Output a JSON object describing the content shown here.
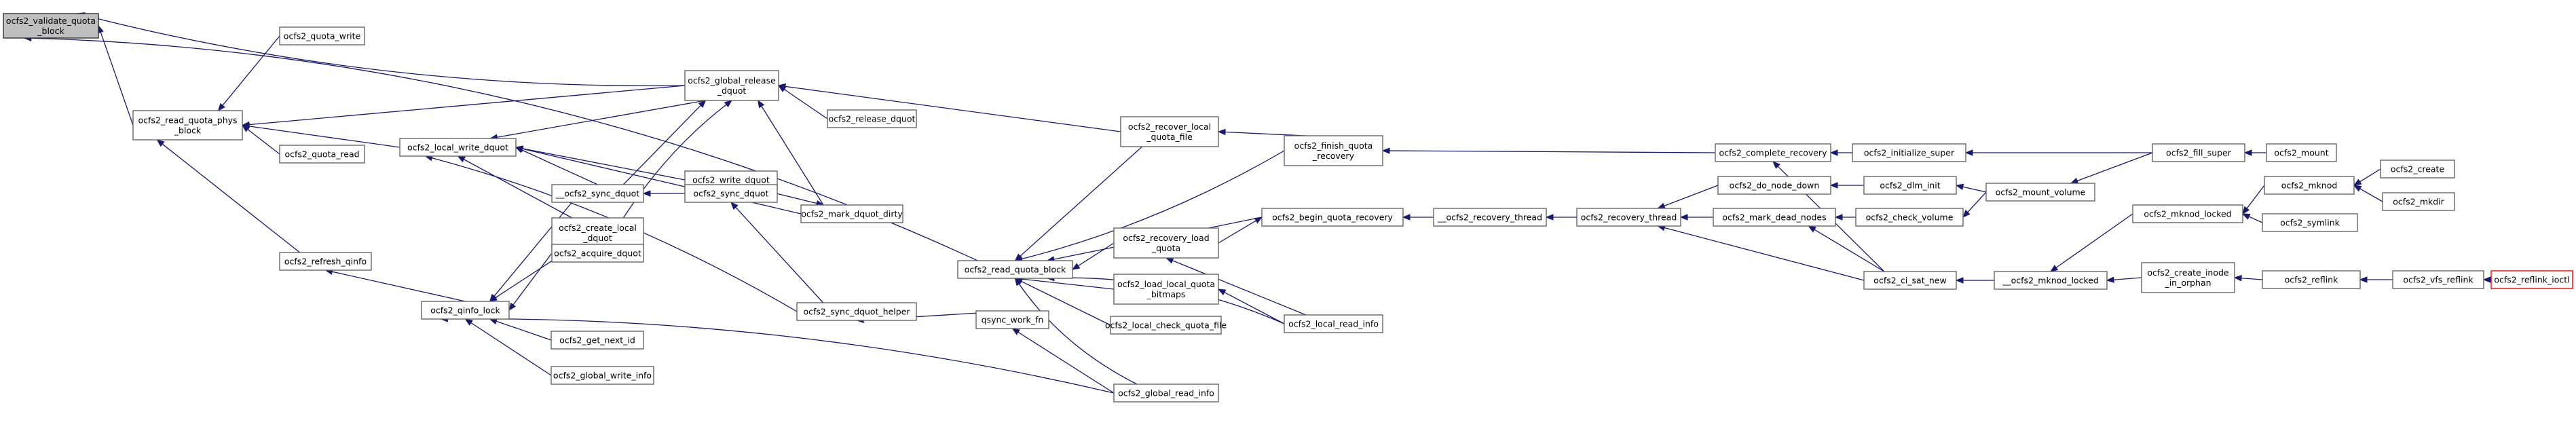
{
  "colors": {
    "edge": "#191970",
    "root_fill": "#bfbfbf",
    "border": "#666666",
    "highlight_border": "#ff0000"
  },
  "nodes": {
    "validate": [
      "ocfs2_validate_quota",
      "_block"
    ],
    "read_phys": [
      "ocfs2_read_quota_phys",
      "_block"
    ],
    "quota_write": [
      "ocfs2_quota_write"
    ],
    "quota_read": [
      "ocfs2_quota_read"
    ],
    "refresh_qinfo": [
      "ocfs2_refresh_qinfo"
    ],
    "local_write_dquot": [
      "ocfs2_local_write_dquot"
    ],
    "global_release": [
      "ocfs2_global_release",
      "_dquot"
    ],
    "release_dquot": [
      "ocfs2_release_dquot"
    ],
    "write_dquot": [
      "ocfs2_write_dquot"
    ],
    "mark_dirty": [
      "ocfs2_mark_dquot_dirty"
    ],
    "__sync_dquot": [
      "__ocfs2_sync_dquot"
    ],
    "create_local": [
      "ocfs2_create_local",
      "_dquot"
    ],
    "sync_dquot": [
      "ocfs2_sync_dquot"
    ],
    "acquire_dquot": [
      "ocfs2_acquire_dquot"
    ],
    "qinfo_lock": [
      "ocfs2_qinfo_lock"
    ],
    "get_next_id": [
      "ocfs2_get_next_id"
    ],
    "global_write_info": [
      "ocfs2_global_write_info"
    ],
    "sync_dquot_helper": [
      "ocfs2_sync_dquot_helper"
    ],
    "qsync_work_fn": [
      "qsync_work_fn"
    ],
    "read_quota_block": [
      "ocfs2_read_quota_block"
    ],
    "global_read_info": [
      "ocfs2_global_read_info"
    ],
    "recover_local": [
      "ocfs2_recover_local",
      "_quota_file"
    ],
    "recovery_load": [
      "ocfs2_recovery_load",
      "_quota"
    ],
    "load_local_bitmaps": [
      "ocfs2_load_local_quota",
      "_bitmaps"
    ],
    "local_check_quota_file": [
      "ocfs2_local_check_quota_file"
    ],
    "local_read_info": [
      "ocfs2_local_read_info"
    ],
    "finish_quota_recovery": [
      "ocfs2_finish_quota",
      "_recovery"
    ],
    "begin_quota_recovery": [
      "ocfs2_begin_quota_recovery"
    ],
    "__recovery_thread": [
      "__ocfs2_recovery_thread"
    ],
    "recovery_thread": [
      "ocfs2_recovery_thread"
    ],
    "complete_recovery": [
      "ocfs2_complete_recovery"
    ],
    "do_node_down": [
      "ocfs2_do_node_down"
    ],
    "mark_dead_nodes": [
      "ocfs2_mark_dead_nodes"
    ],
    "ci_sat_new": [
      "ocfs2_ci_sat_new"
    ],
    "initialize_super": [
      "ocfs2_initialize_super"
    ],
    "dlm_init": [
      "ocfs2_dlm_init"
    ],
    "check_volume": [
      "ocfs2_check_volume"
    ],
    "mount_volume": [
      "ocfs2_mount_volume"
    ],
    "fill_super": [
      "ocfs2_fill_super"
    ],
    "mount": [
      "ocfs2_mount"
    ],
    "__mknod_locked": [
      "__ocfs2_mknod_locked"
    ],
    "mknod_locked": [
      "ocfs2_mknod_locked"
    ],
    "create_inode_orphan": [
      "ocfs2_create_inode",
      "_in_orphan"
    ],
    "mknod": [
      "ocfs2_mknod"
    ],
    "symlink": [
      "ocfs2_symlink"
    ],
    "create": [
      "ocfs2_create"
    ],
    "mkdir": [
      "ocfs2_mkdir"
    ],
    "reflink": [
      "ocfs2_reflink"
    ],
    "vfs_reflink": [
      "ocfs2_vfs_reflink"
    ],
    "reflink_ioctl": [
      "ocfs2_reflink_ioctl"
    ]
  }
}
